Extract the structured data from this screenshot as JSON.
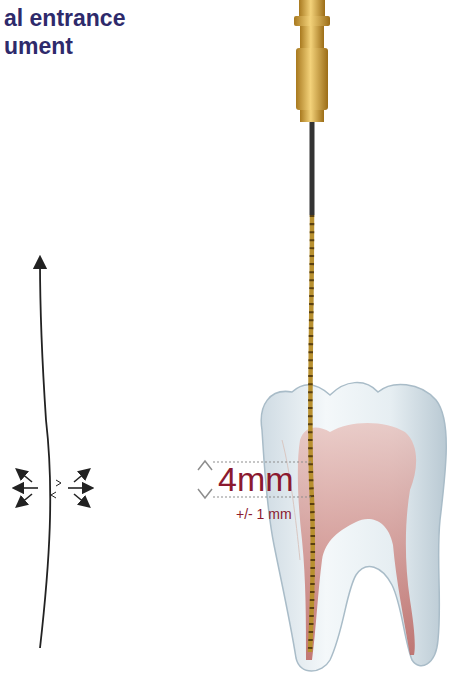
{
  "diagram": {
    "title": "al entrance ument",
    "labels": [
      "4mm",
      "+/- 1 mm"
    ]
  }
}
